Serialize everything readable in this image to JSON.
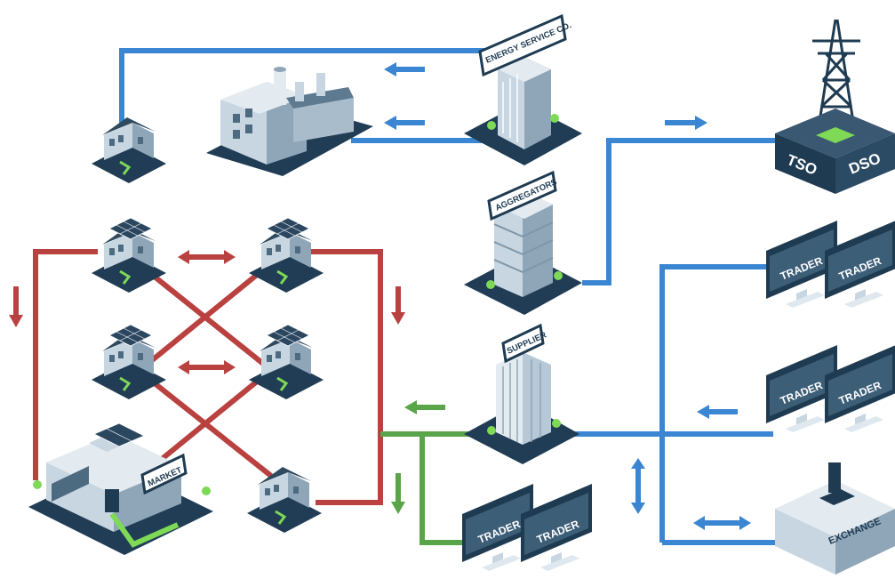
{
  "labels": {
    "energy_service": "ENERGY SERVICE CO.",
    "aggregators": "AGGREGATORS",
    "supplier": "SUPPLIER",
    "market": "MARKET",
    "tso": "TSO",
    "dso": "DSO",
    "exchange": "EXCHANGE",
    "trader": "TRADER"
  },
  "colors": {
    "blue_line": "#3b86d2",
    "red_line": "#b9413f",
    "green_line": "#5aa54a",
    "navy": "#1f3b52",
    "screen": "#3c5e77",
    "building": "#b7c8d6",
    "base": "#213d55"
  },
  "icons": [
    "factory-icon",
    "office-tower-icon",
    "house-icon",
    "solar-house-icon",
    "transmission-tower-icon",
    "computer-monitor-icon",
    "exchange-box-icon",
    "market-building-icon"
  ]
}
